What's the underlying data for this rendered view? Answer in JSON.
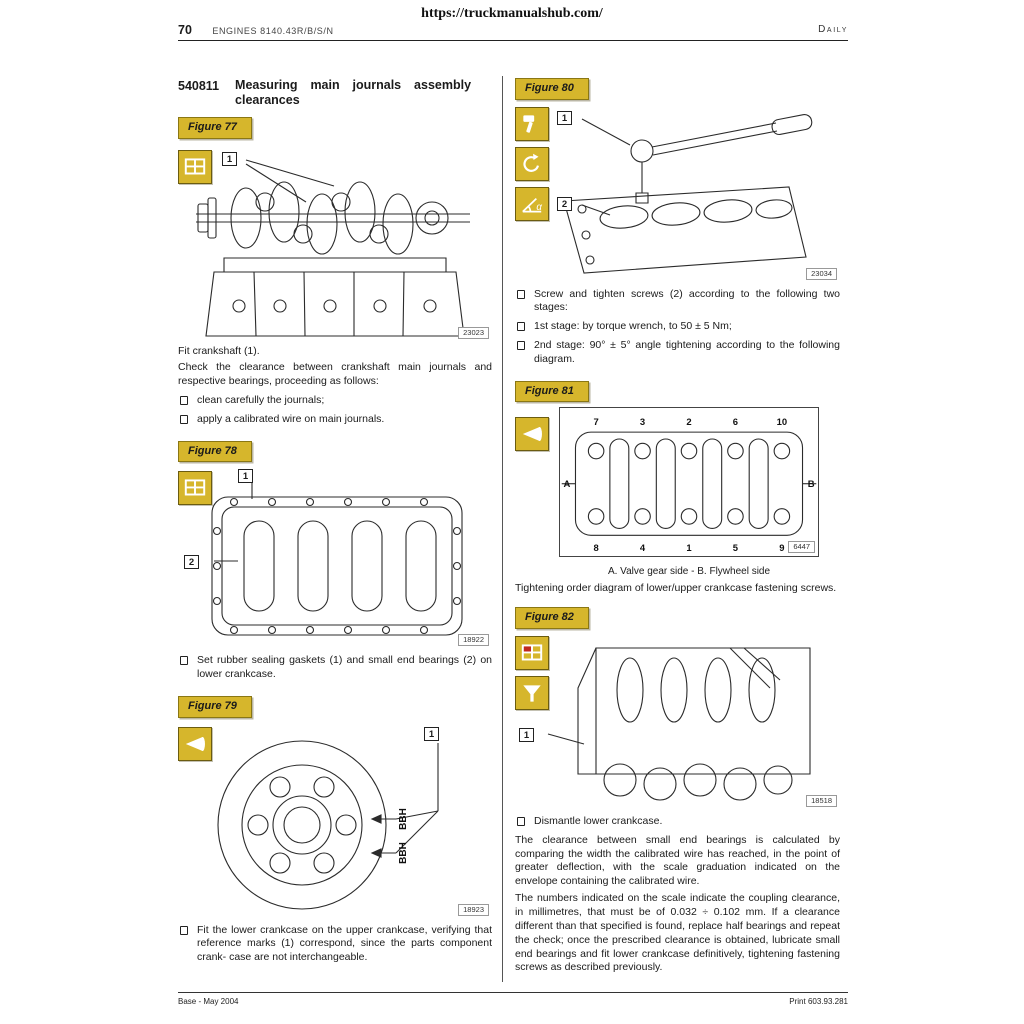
{
  "colors": {
    "accent_yellow": "#d6b62c",
    "callout_red": "#c0281e",
    "line": "#2b2b2b"
  },
  "header": {
    "url": "https://truckmanualshub.com/",
    "page_number": "70",
    "section_title": "ENGINES 8140.43R/B/S/N",
    "model": "Daily"
  },
  "footer": {
    "left": "Base - May 2004",
    "right": "Print 603.93.281"
  },
  "left": {
    "section_number": "540811",
    "section_heading": "Measuring main journals assembly clearances",
    "fig77": {
      "label": "Figure 77",
      "ref": "23023",
      "callout1": "1"
    },
    "after_fig77": {
      "line1": "Fit crankshaft (1).",
      "line2": "Check the clearance between crankshaft main journals and respective bearings, proceeding as follows:",
      "bullet1": "clean carefully the journals;",
      "bullet2": "apply a calibrated wire on main journals."
    },
    "fig78": {
      "label": "Figure 78",
      "ref": "18922",
      "callout1": "1",
      "callout2": "2"
    },
    "after_fig78": {
      "bullet1": "Set rubber sealing gaskets (1) and small end bearings (2) on lower crankcase."
    },
    "fig79": {
      "label": "Figure 79",
      "ref": "18923",
      "callout1": "1",
      "mark_label": "BBH"
    },
    "after_fig79": {
      "bullet1": "Fit the lower crankcase on the upper crankcase, verifying that reference marks (1) correspond, since the parts component crank- case are not interchangeable."
    }
  },
  "right": {
    "fig80": {
      "label": "Figure 80",
      "ref": "23034",
      "callout1": "1",
      "callout2": "2",
      "alpha_symbol": "α"
    },
    "after_fig80": {
      "bullet1": "Screw and tighten screws (2) according to the following two stages:",
      "bullet2": "1st stage: by torque wrench, to 50 ± 5 Nm;",
      "bullet3": "2nd stage: 90° ± 5° angle tightening according to the following diagram."
    },
    "fig81": {
      "label": "Figure 81",
      "ref": "6447",
      "top_row": [
        "7",
        "3",
        "2",
        "6",
        "10"
      ],
      "bottom_row": [
        "8",
        "4",
        "1",
        "5",
        "9"
      ],
      "side_left": "A",
      "side_right": "B",
      "caption": "A. Valve gear side - B. Flywheel side"
    },
    "after_fig81": "Tightening order diagram of lower/upper crankcase fastening screws.",
    "fig82": {
      "label": "Figure 82",
      "ref": "18518",
      "callout1": "1"
    },
    "after_fig82": {
      "bullet1": "Dismantle lower crankcase.",
      "para1": "The clearance between small end bearings is calculated by comparing the width the calibrated wire has reached, in the point of greater deflection, with the scale graduation indicated on the envelope containing the calibrated wire.",
      "para2": "The numbers indicated on the scale indicate the coupling clearance, in millimetres, that must be of 0.032 ÷ 0.102 mm. If a clearance different than that specified is found, replace half bearings and repeat the check; once the prescribed clearance is obtained, lubricate small end bearings and fit lower crankcase definitively, tightening fastening screws as described previously."
    }
  }
}
